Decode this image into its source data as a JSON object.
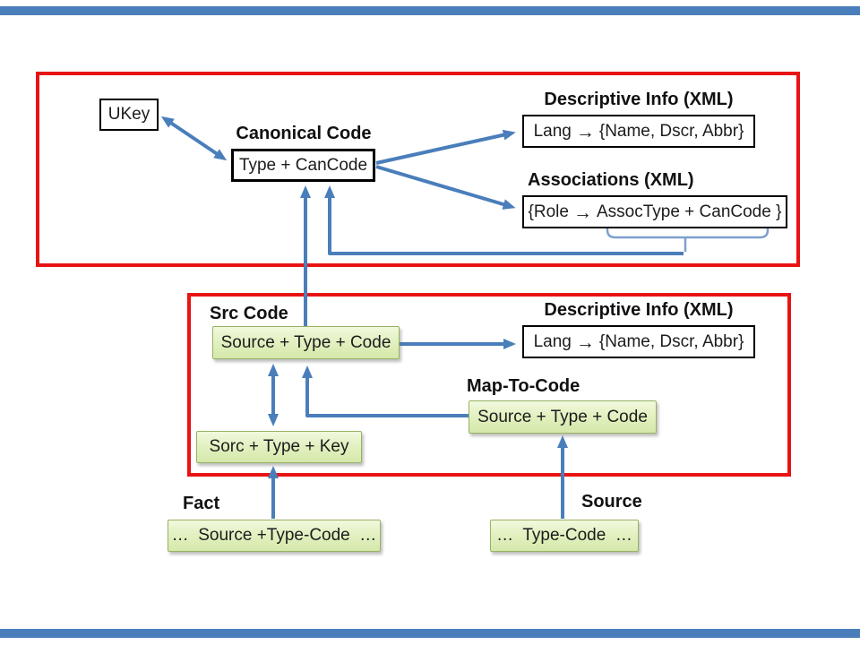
{
  "colors": {
    "connector_blue": "#4a7ebb",
    "bracket_blue": "#7e9fcf",
    "frame_red": "#e81414",
    "accent_bar_blue": "#4a7ebb",
    "green_fill_top": "#f1f9dd",
    "green_fill_bottom": "#d5e8aa",
    "green_border": "#97b264",
    "box_border_black": "#000000"
  },
  "glyphs": {
    "right_arrow": "→"
  },
  "canonical_group": {
    "ukey_label": "UKey",
    "title": "Canonical Code",
    "code_box": "Type + CanCode",
    "descriptive_title": "Descriptive Info (XML)",
    "lang_prefix": "Lang",
    "lang_suffix": "{Name, Dscr, Abbr}",
    "associations_title": "Associations (XML)",
    "role_prefix": "{Role",
    "role_suffix": "AssocType + CanCode }"
  },
  "source_group": {
    "title": "Src Code",
    "src_code_box": "Source + Type + Code",
    "descriptive_title": "Descriptive Info (XML)",
    "lang_prefix": "Lang",
    "lang_suffix": "{Name, Dscr, Abbr}",
    "map_title": "Map-To-Code",
    "map_box": "Source + Type + Code",
    "sorc_box": "Sorc + Type + Key"
  },
  "external": {
    "fact_title": "Fact",
    "fact_box": "…  Source +Type-Code  …",
    "source_title": "Source",
    "source_box": "…  Type-Code  …"
  }
}
